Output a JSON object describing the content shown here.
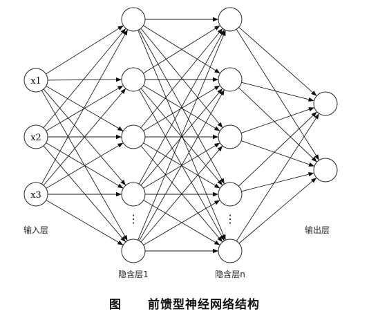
{
  "layers": [
    {
      "label": "输入层",
      "nodes": [
        "x1",
        "x2",
        "x3"
      ]
    },
    {
      "label": "隐含层1",
      "nodes": [
        "",
        "",
        "",
        "",
        ""
      ],
      "ellipsis": "⋮"
    },
    {
      "label": "隐含层n",
      "nodes": [
        "",
        "",
        "",
        "",
        ""
      ],
      "ellipsis": "⋮"
    },
    {
      "label": "输出层",
      "nodes": [
        "",
        ""
      ]
    }
  ],
  "caption": {
    "figure": "图",
    "title": "前馈型神经网络结构"
  }
}
